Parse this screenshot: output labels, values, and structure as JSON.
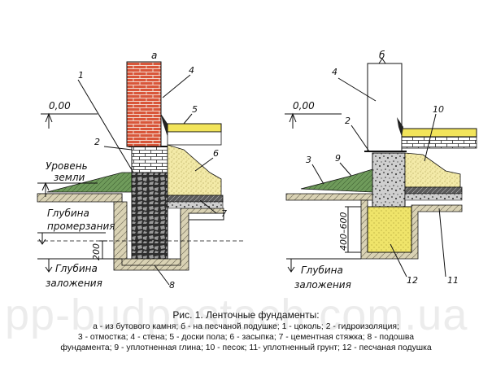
{
  "watermark": "pp-budpostach.com.ua",
  "left_figure": {
    "letter": "а",
    "level_mark": "0,00",
    "ground_level": [
      "Уровень",
      "земли"
    ],
    "freeze_depth": [
      "Глубина",
      "промерзания"
    ],
    "base_depth": [
      "Глубина",
      "заложения"
    ],
    "dim_200": "200",
    "labels": {
      "n1": "1",
      "n2": "2",
      "n4": "4",
      "n5": "5",
      "n6": "6",
      "n7": "7",
      "n8": "8"
    }
  },
  "right_figure": {
    "letter": "б",
    "level_mark": "0,00",
    "base_depth": [
      "Глубина",
      "заложения"
    ],
    "dim_400_600": "400–600",
    "labels": {
      "n2": "2",
      "n3": "3",
      "n4": "4",
      "n9": "9",
      "n10": "10",
      "n11": "11",
      "n12": "12"
    }
  },
  "caption": {
    "title": "Рис. 1. Ленточные фундаменты:",
    "lines": [
      "а - из бутового камня; б - на песчаной подушке; 1 - цоколь; 2 - гидроизоляция;",
      "3 - отмостка; 4 - стена; 5 - доски пола; 6 - засыпка; 7 - цементная стяжка; 8 - подошва",
      "фундамента; 9 - уплотненная глина; 10 - песок; 11- уплотненный грунт; 12 - песчаная подушка"
    ]
  },
  "colors": {
    "brick": "#d9563a",
    "mortar": "#f3d8cc",
    "concrete": "#d4d4d4",
    "rubble": "#3a3a3a",
    "clay_green": "#6f9b5b",
    "sand": "#f3eaa8",
    "floor": "#f2e45a",
    "soil": "#d0c8a8",
    "screed": "#555555"
  }
}
